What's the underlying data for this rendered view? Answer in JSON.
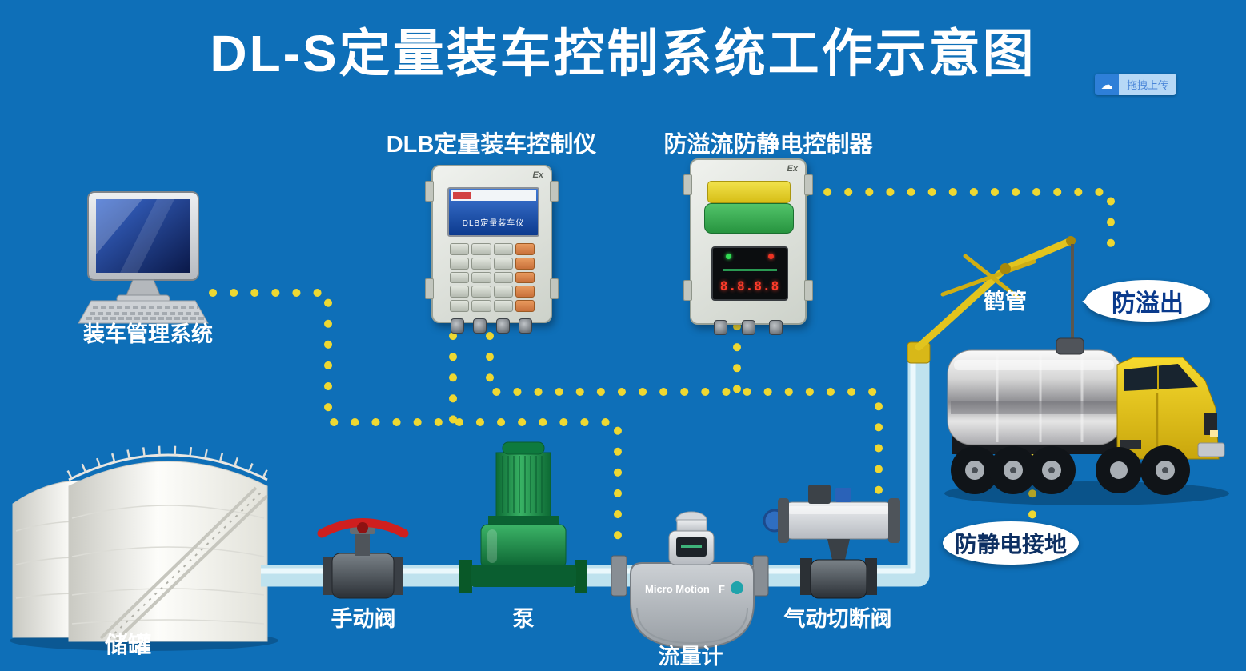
{
  "title": "DL-S定量装车控制系统工作示意图",
  "upload_badge": {
    "label": "拖拽上传"
  },
  "components": {
    "computer": {
      "label": "装车管理系统"
    },
    "dlb_controller": {
      "label": "DLB定量装车控制仪",
      "screen_text": "DLB定量装车仪",
      "ex_mark": "Ex",
      "keypad": {
        "rows": 5,
        "cols": 4
      }
    },
    "overflow_controller": {
      "label": "防溢流防静电控制器",
      "ex_mark": "Ex",
      "display_digits": "8.8.8.8"
    },
    "loading_arm": {
      "label": "鹤管"
    },
    "storage_tank": {
      "label": "储罐"
    },
    "manual_valve": {
      "label": "手动阀"
    },
    "pump": {
      "label": "泵"
    },
    "flow_meter": {
      "label": "流量计",
      "brand": "Micro Motion",
      "model": "F"
    },
    "pneumatic_valve": {
      "label": "气动切断阀"
    }
  },
  "callouts": {
    "overflow": "防溢出",
    "grounding": "防静电接地"
  },
  "colors": {
    "background": "#0e6fb8",
    "signal_dots": "#eed832",
    "pipe": "#c9e6f2",
    "arm_yellow": "#e2c41e",
    "callout_text": "#0a3a8c"
  }
}
